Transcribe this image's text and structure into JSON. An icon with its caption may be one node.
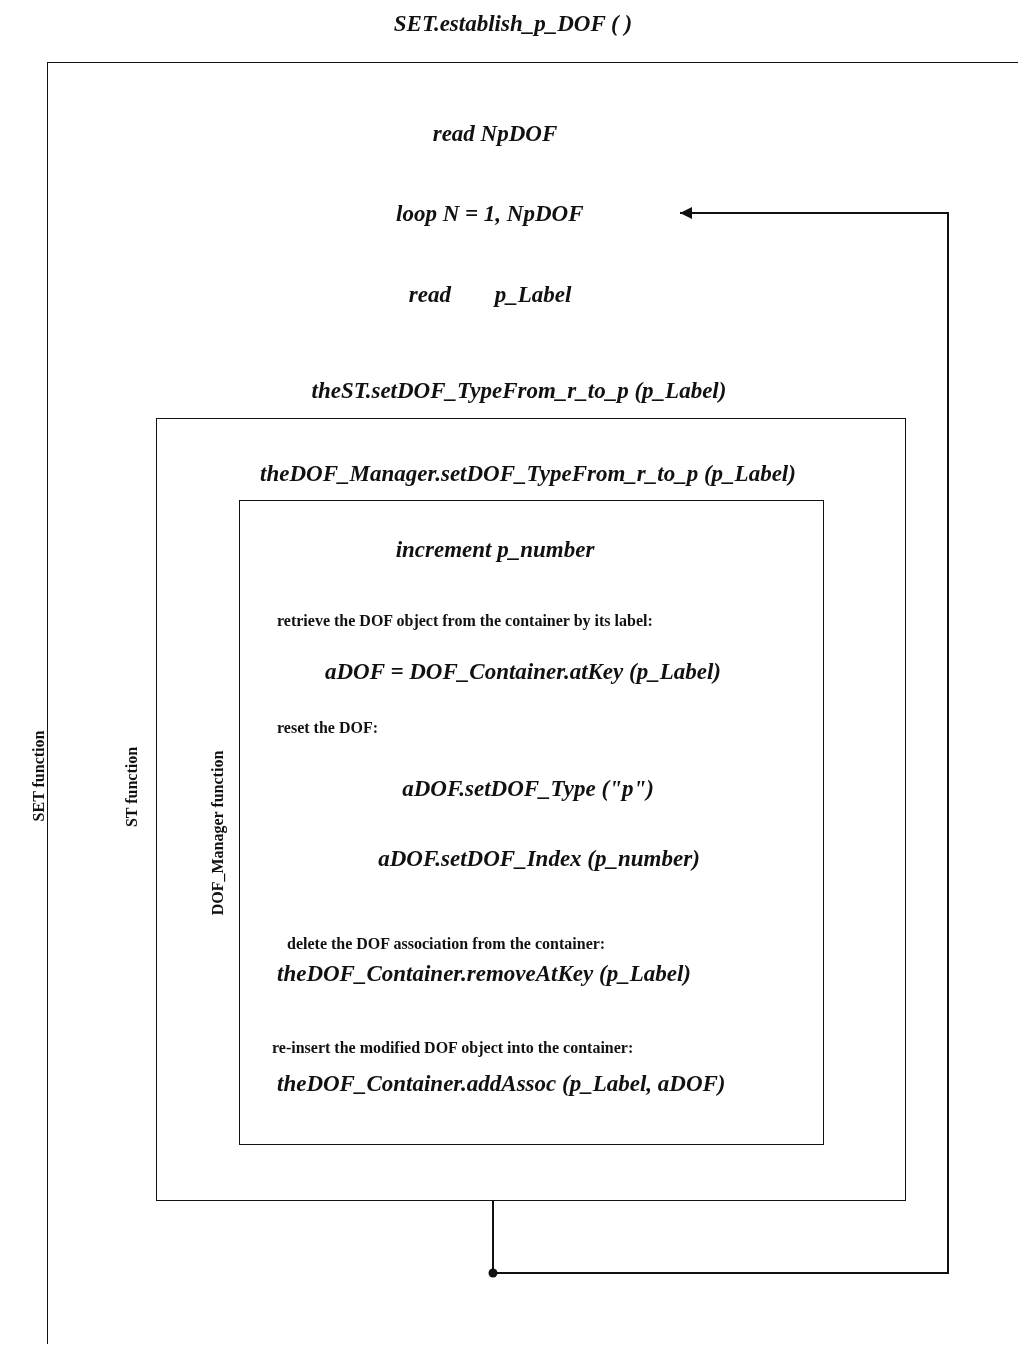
{
  "diagram": {
    "nodes": [
      {
        "text": [
          "SET.establish_p_DOF ( )",
          "SET function"
        ]
      },
      {
        "text": [
          "loop N = 1, NpDOF"
        ],
        "in": 0
      },
      {
        "text": [
          "theST.setDOF_TypeFrom_r_to_p (p_Label)",
          "ST function"
        ],
        "in": 0
      },
      {
        "text": [
          "theDOF_Manager.setDOF_TypeFrom_r_to_p (p_Label)",
          "DOF_Manager function",
          "increment p_number",
          "retrieve the DOF object from the container by its label:",
          "aDOF = DOF_Container.atKey (p_Label)",
          "reset the DOF:",
          "aDOF.setDOF_Type (\"p\")",
          "aDOF.setDOF_Index (p_number)",
          "delete the DOF association from the container:",
          "theDOF_Container.removeAtKey (p_Label)",
          "re-insert the modified DOF object into the container:",
          "theDOF_Container.addAssoc (p_Label, aDOF)"
        ],
        "in": 2
      }
    ],
    "edges": [
      {
        "from": 2,
        "to": 1,
        "arrow": "to"
      }
    ],
    "labels": [
      "read NpDOF",
      "read p_Label"
    ]
  }
}
